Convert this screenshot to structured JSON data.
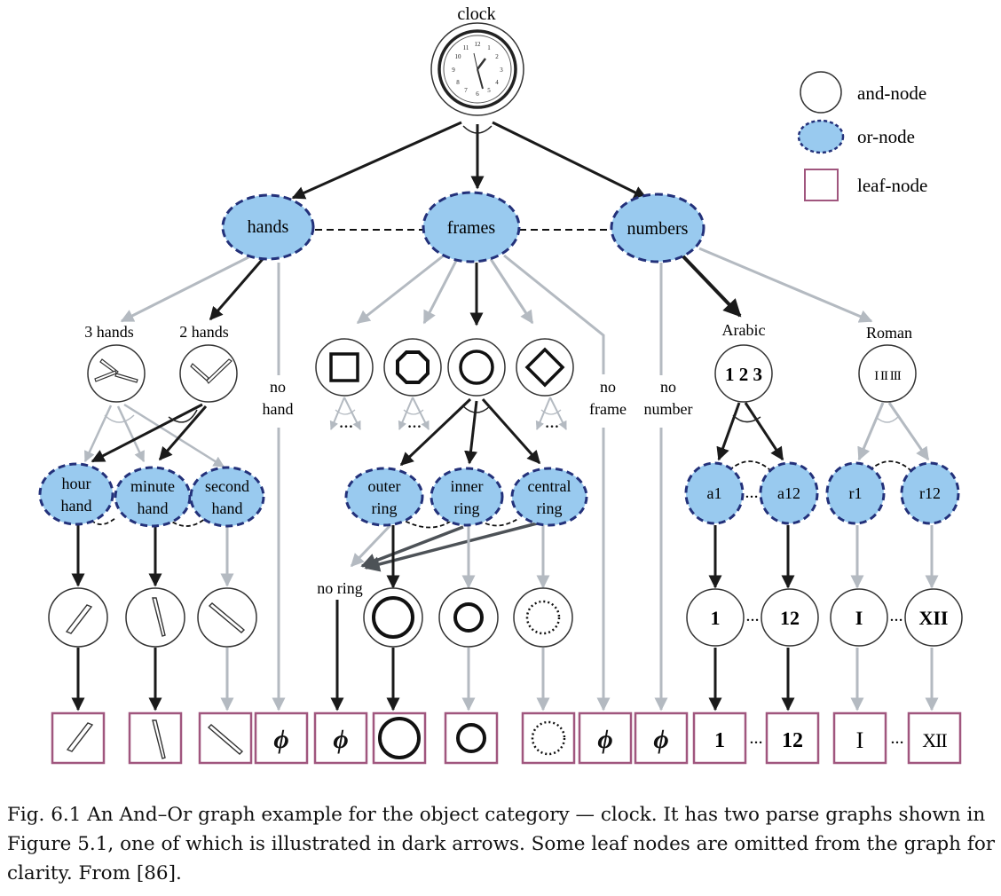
{
  "legend": {
    "and_label": "and-node",
    "or_label": "or-node",
    "leaf_label": "leaf-node"
  },
  "nodes": {
    "clock": "clock",
    "hands": "hands",
    "frames": "frames",
    "numbers": "numbers",
    "three_hands": "3 hands",
    "two_hands": "2 hands",
    "no_hand_1": "no",
    "no_hand_2": "hand",
    "no_frame_1": "no",
    "no_frame_2": "frame",
    "no_number_1": "no",
    "no_number_2": "number",
    "arabic": "Arabic",
    "roman": "Roman",
    "arabic_glyph": "1 2 3",
    "roman_glyph": "I II III",
    "hour_1": "hour",
    "hour_2": "hand",
    "minute_1": "minute",
    "minute_2": "hand",
    "second_1": "second",
    "second_2": "hand",
    "outer_1": "outer",
    "outer_2": "ring",
    "inner_1": "inner",
    "inner_2": "ring",
    "central_1": "central",
    "central_2": "ring",
    "no_ring": "no ring",
    "a1": "a1",
    "a12": "a12",
    "r1": "r1",
    "r12": "r12",
    "ellipsis": "…",
    "num_1": "1",
    "num_12": "12",
    "rom_1": "I",
    "rom_12": "XII",
    "phi": "ϕ"
  },
  "caption": "Fig. 6.1  An And–Or graph example for the object category — clock. It has two parse graphs shown in Figure 5.1, one of which is illustrated in dark arrows. Some leaf nodes are omitted from the graph for clarity. From [86].",
  "colors": {
    "or_fill": "#99caef",
    "or_stroke": "#23317a",
    "leaf_stroke": "#a0567e",
    "dark_edge": "#1a1a1a",
    "light_edge": "#b4bac1"
  }
}
